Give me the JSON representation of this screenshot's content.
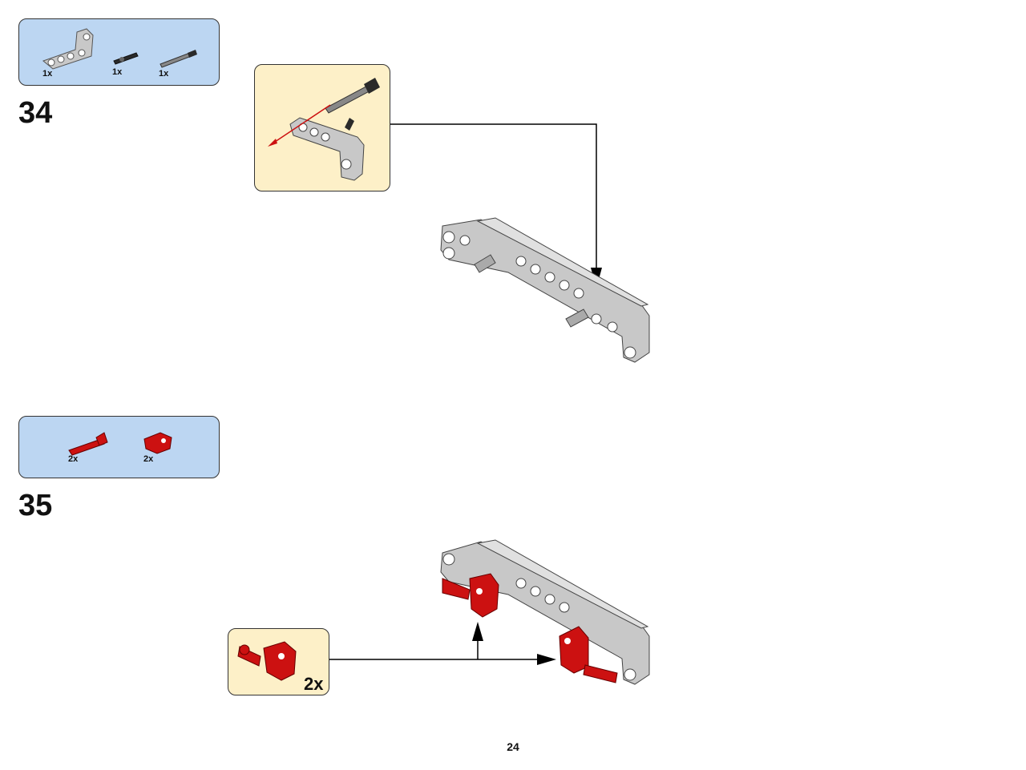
{
  "page": {
    "number": "24"
  },
  "steps": [
    {
      "number": "34",
      "parts": [
        {
          "name": "angled-beam-icon",
          "qty": "1x"
        },
        {
          "name": "axle-pin-icon",
          "qty": "1x"
        },
        {
          "name": "axle-icon",
          "qty": "1x"
        }
      ]
    },
    {
      "number": "35",
      "parts": [
        {
          "name": "red-axle-pin-icon",
          "qty": "2x",
          "color": "#cc1111"
        },
        {
          "name": "red-connector-icon",
          "qty": "2x",
          "color": "#cc1111"
        }
      ],
      "subassembly_qty": "2x"
    }
  ],
  "colors": {
    "part_grey": "#c8c8c8",
    "part_dark": "#2a2a2a",
    "part_red": "#cc1111",
    "parts_bg": "#bcd6f2",
    "sub_bg": "#fdf0c8"
  }
}
